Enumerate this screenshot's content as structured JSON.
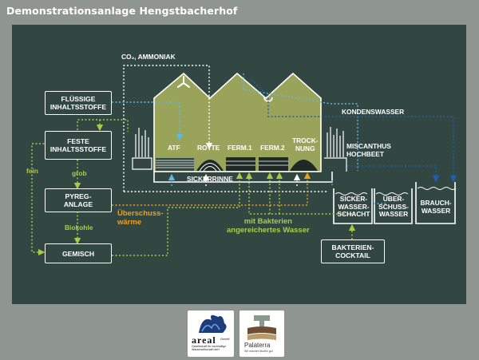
{
  "title": "Demonstrationsanlage Hengstbacherhof",
  "nodes": {
    "fluessige": "FLÜSSIGE\nINHALTSSTOFFE",
    "feste": "FESTE\nINHALTSSTOFFE",
    "pyreg": "PYREG-\nANLAGE",
    "gemisch": "GEMISCH",
    "bakterien": "BAKTERIEN-\nCOCKTAIL"
  },
  "labels": {
    "co2": "CO₂, AMMONIAK",
    "kondenswasser": "KONDENSWASSER",
    "atf": "ATF",
    "rotte": "ROTTE",
    "ferm1": "FERM.1",
    "ferm2": "FERM.2",
    "trocknung": "TROCK-\nNUNG",
    "miscanthus": "MISCANTHUS\nHOCHBEET",
    "sickerrinne": "SICKERRINNE",
    "sickerwasser": "SICKER-\nWASSER-\nSCHACHT",
    "ueberschusswasser": "ÜBER-\nSCHUSS-\nWASSER",
    "brauchwasser": "BRAUCH-\nWASSER",
    "fein": "fein",
    "grob": "grob",
    "biokohle": "Biokohle",
    "ueberschusswaerme": "Überschuss-\nwärme",
    "bakterienwasser": "mit Bakterien\nangereichertes Wasser"
  },
  "logos": {
    "areal_name": "areal",
    "areal_sub": "GmbH",
    "areal_tag": "Gesellschaft für nachhaltige Wasserwirtschaft mbH",
    "palaterra_name": "Palaterra",
    "palaterra_tag": "Wir machen Boden gut"
  },
  "colors": {
    "background": "#8f9590",
    "board": "#334742",
    "building": "#9aa35a",
    "green_line": "#a8cc4a",
    "blue_line": "#5fb8e8",
    "dark_blue_line": "#1f5ea8",
    "orange_line": "#e8a020",
    "white_line": "#ffffff"
  }
}
